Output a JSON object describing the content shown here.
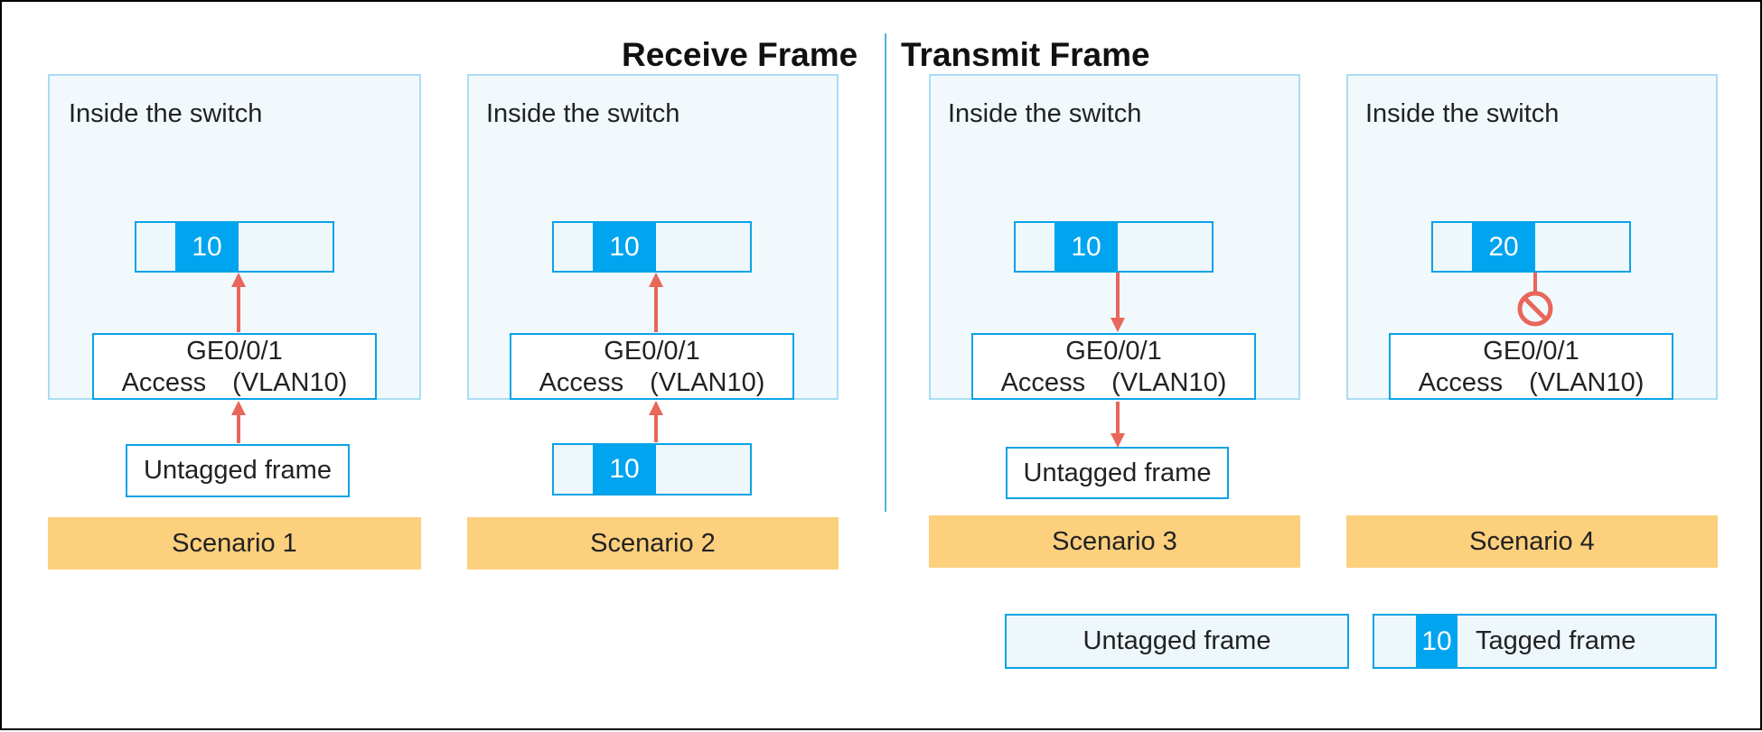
{
  "headings": {
    "receive": "Receive Frame",
    "transmit": "Transmit Frame"
  },
  "panel_title": "Inside the switch",
  "port": {
    "name": "GE0/0/1",
    "mode": "Access　(VLAN10)"
  },
  "scenarios": [
    {
      "label": "Scenario 1",
      "inner_vlan": "10",
      "outer_frame": "Untagged frame"
    },
    {
      "label": "Scenario 2",
      "inner_vlan": "10",
      "outer_vlan": "10"
    },
    {
      "label": "Scenario 3",
      "inner_vlan": "10",
      "outer_frame": "Untagged frame"
    },
    {
      "label": "Scenario 4",
      "inner_vlan": "20"
    }
  ],
  "legend": {
    "untagged": "Untagged frame",
    "tagged_vlan": "10",
    "tagged": "Tagged frame"
  },
  "colors": {
    "accent": "#00a4ef",
    "panel": "#f1f9fd",
    "scenario": "#fdd07e",
    "arrow": "#e8665a"
  },
  "icons": {
    "blocked": "prohibited-icon"
  }
}
